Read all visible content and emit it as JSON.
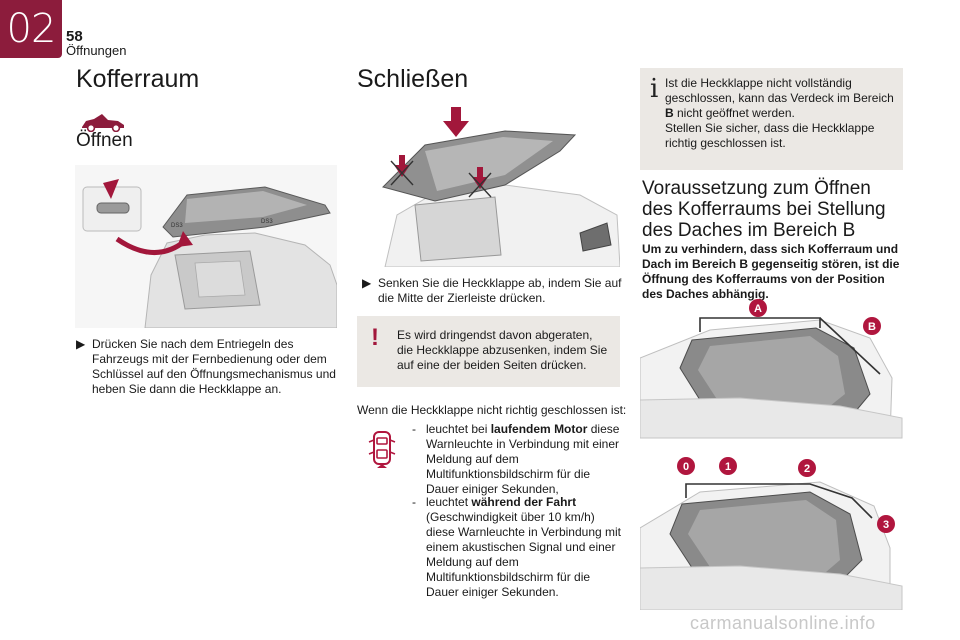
{
  "header": {
    "chapter": "02",
    "page_number": "58",
    "section": "Öffnungen"
  },
  "left": {
    "title": "Kofferraum",
    "subtitle": "Öffnen",
    "instruction": "Drücken Sie nach dem Entriegeln des Fahrzeugs mit der Fernbedienung oder dem Schlüssel auf den Öffnungsmechanismus und heben Sie dann die Heckklappe an.",
    "badge": "DS3",
    "badge2": "DS3"
  },
  "middle": {
    "title": "Schließen",
    "instruction": "Senken Sie die Heckklappe ab, indem Sie auf die Mitte der Zierleiste drücken.",
    "warning": "Es wird dringendst davon abgeraten, die Heckklappe abzusenken, indem Sie auf eine der beiden Seiten drücken.",
    "not_closed_intro": "Wenn die Heckklappe nicht richtig geschlossen ist:",
    "item1_prefix": "leuchtet bei ",
    "item1_bold": "laufendem Motor",
    "item1_rest": " diese Warnleuchte in Verbindung mit einer Meldung auf dem Multifunktionsbildschirm für die Dauer einiger Sekunden,",
    "item2_prefix": "leuchtet ",
    "item2_bold": "während der Fahrt",
    "item2_rest": " (Geschwindigkeit über 10 km/h) diese Warnleuchte in Verbindung mit einem akustischen Signal und einer Meldung auf dem Multifunktionsbildschirm für die Dauer einiger Sekunden."
  },
  "right": {
    "info_1": "Ist die Heckklappe nicht vollständig geschlossen, kann das Verdeck im Bereich ",
    "info_1_bold": "B",
    "info_1_end": " nicht geöffnet werden.",
    "info_2": "Stellen Sie sicher, dass die Heckklappe richtig geschlossen ist.",
    "title": "Voraussetzung zum Öffnen des Kofferraums bei Stellung des Daches im Bereich B",
    "intro": "Um zu verhindern, dass sich Kofferraum und Dach im Bereich B gegenseitig stören, ist die Öffnung des Kofferraums von der Position des Daches abhängig.",
    "labels_top": [
      "A",
      "B"
    ],
    "labels_bottom": [
      "0",
      "1",
      "2",
      "3"
    ]
  },
  "footer": {
    "watermark": "carmanualsonline.info"
  },
  "colors": {
    "accent": "#8c1c3c",
    "label_red": "#b0163e",
    "panel": "#ebe8e4"
  }
}
